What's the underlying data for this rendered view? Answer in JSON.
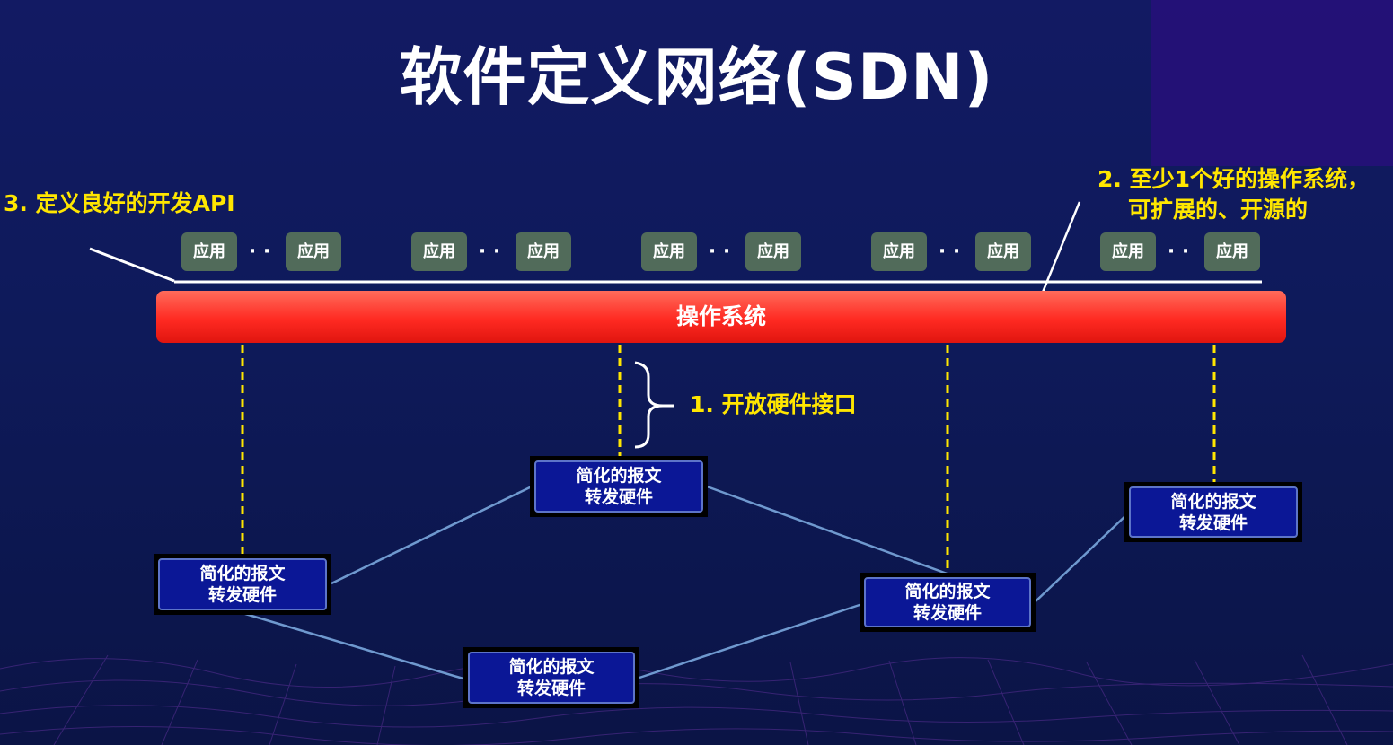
{
  "title": "软件定义网络(SDN)",
  "annotations": {
    "api": "3.  定义良好的开发API",
    "os_line1": "2. 至少1个好的操作系统，",
    "os_line2": "可扩展的、开源的",
    "hw_interface": "1. 开放硬件接口"
  },
  "app_groups": [
    {
      "app1": "应用",
      "dots": "· ·",
      "app2": "应用"
    },
    {
      "app1": "应用",
      "dots": "· ·",
      "app2": "应用"
    },
    {
      "app1": "应用",
      "dots": "· ·",
      "app2": "应用"
    },
    {
      "app1": "应用",
      "dots": "· ·",
      "app2": "应用"
    },
    {
      "app1": "应用",
      "dots": "· ·",
      "app2": "应用"
    }
  ],
  "os_bar": "操作系统",
  "hardware": [
    {
      "line1": "简化的报文",
      "line2": "转发硬件"
    },
    {
      "line1": "简化的报文",
      "line2": "转发硬件"
    },
    {
      "line1": "简化的报文",
      "line2": "转发硬件"
    },
    {
      "line1": "简化的报文",
      "line2": "转发硬件"
    },
    {
      "line1": "简化的报文",
      "line2": "转发硬件"
    }
  ],
  "colors": {
    "annotation": "#ffe600",
    "os_bar": "#ff2a22",
    "app_box": "#516b5a",
    "hardware_box": "#0b1796",
    "connection_line": "#6f99cf",
    "dashed_link": "#ffe600"
  }
}
